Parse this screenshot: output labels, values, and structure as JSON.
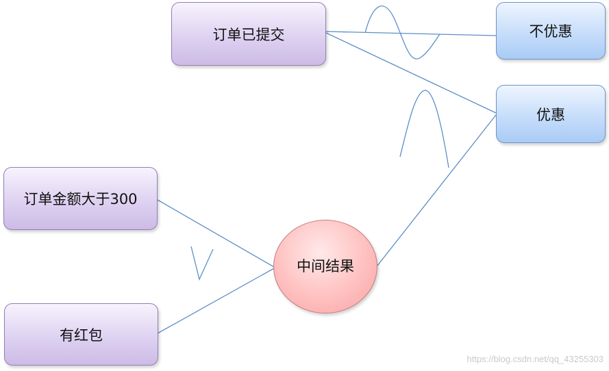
{
  "nodes": {
    "order_submitted": "订单已提交",
    "no_discount": "不优惠",
    "discount": "优惠",
    "amount_over_300": "订单金额大于300",
    "has_red_packet": "有红包",
    "intermediate_result": "中间结果"
  },
  "colors": {
    "condition_box": "#dccff0",
    "outcome_box": "#c3dbfa",
    "intermediate_circle": "#ffc0c0",
    "line": "#5b8fc7"
  },
  "watermark": "https://blog.csdn.net/qq_43255303"
}
